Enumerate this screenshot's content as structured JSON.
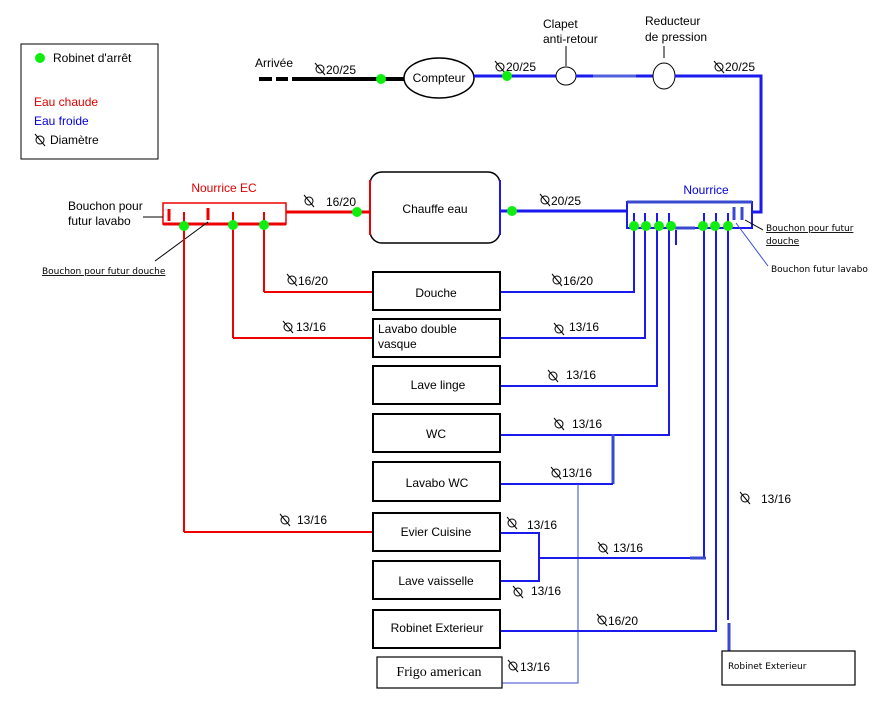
{
  "legend": {
    "valve_label": "Robinet d'arrêt",
    "hot_label": "Eau chaude",
    "cold_label": "Eau froide",
    "diameter_label": "Diamètre",
    "colors": {
      "hot": "#ee0000",
      "cold": "#1a1aee",
      "valve": "#10ee10"
    }
  },
  "inlet": {
    "arrival_label": "Arrivée",
    "diameter_in": "20/25",
    "meter_label": "Compteur",
    "diameter_after_meter": "20/25",
    "check_valve_label": "Clapet\nanti-retour",
    "check_valve_line1": "Clapet",
    "check_valve_line2": "anti-retour",
    "reducer_line1": "Reducteur",
    "reducer_line2": "de pression",
    "diameter_to_manifold": "20/25"
  },
  "hot_manifold": {
    "title": "Nourrice EC",
    "plug_lavabo_line1": "Bouchon pour",
    "plug_lavabo_line2": "futur lavabo",
    "plug_douche": "Bouchon pour futur douche",
    "feed_diameter": "16/20"
  },
  "heater": {
    "label": "Chauffe eau",
    "out_diameter": "20/25"
  },
  "cold_manifold": {
    "title": "Nourrice",
    "plug_douche_line1": "Bouchon pour futur",
    "plug_douche_line2": "douche",
    "plug_lavabo": "Bouchon futur lavabo"
  },
  "fixtures": [
    {
      "name": "Douche",
      "hot": "16/20",
      "cold": "16/20"
    },
    {
      "name_line1": "Lavabo double",
      "name_line2": "vasque",
      "hot": "13/16",
      "cold": "13/16"
    },
    {
      "name": "Lave linge",
      "cold": "13/16"
    },
    {
      "name": "WC",
      "cold": "13/16"
    },
    {
      "name": "Lavabo WC",
      "cold": "13/16"
    },
    {
      "name": "Evier Cuisine",
      "hot": "13/16",
      "cold": "13/16"
    },
    {
      "name": "Lave vaisselle",
      "cold": "13/16"
    },
    {
      "name": "Robinet Exterieur",
      "cold": "16/20"
    },
    {
      "name": "Frigo american",
      "cold": "13/16"
    }
  ],
  "kitchen_branch_diameter": "13/16",
  "outdoor_tap": {
    "label": "Robinet Exterieur",
    "diameter": "13/16"
  }
}
